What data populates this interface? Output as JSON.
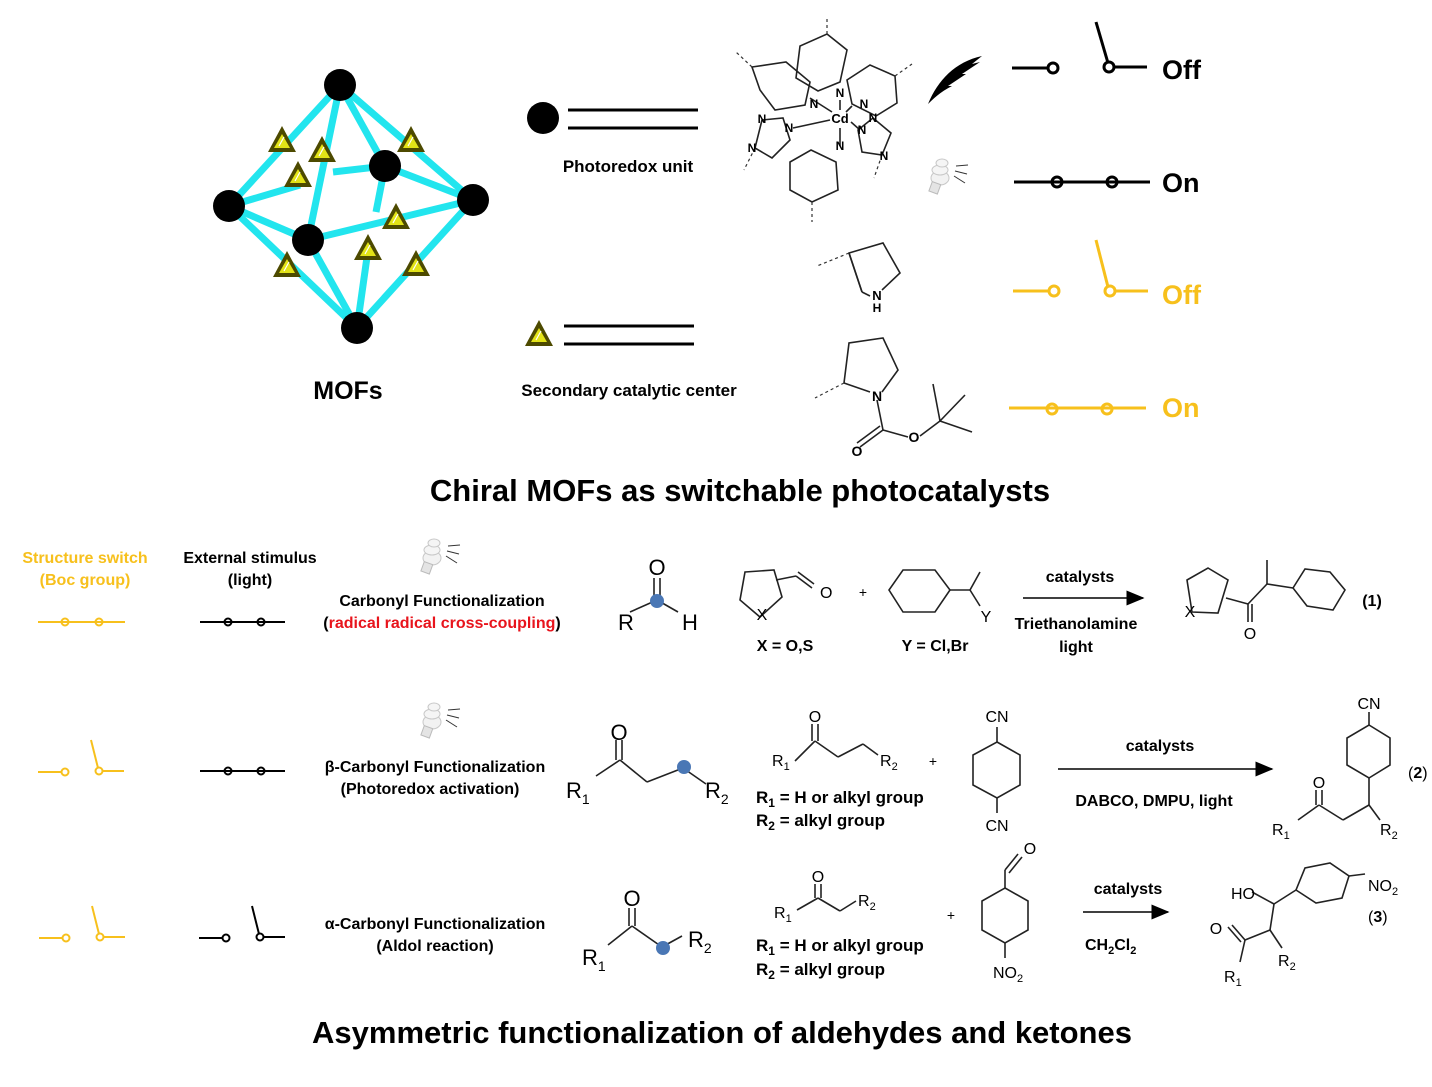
{
  "colors": {
    "mof_link": "#22e5ee",
    "switch_yellow": "#f7c01c",
    "triangle_fill": "#e3e317",
    "triangle_edge": "#4d4a00",
    "highlight_red": "#e8141c",
    "reactive_site_blue": "#4a77b5"
  },
  "top": {
    "mof_label": "MOFs",
    "legend": {
      "photoredox_label": "Photoredox unit",
      "secondary_label": "Secondary catalytic center"
    },
    "cd_complex": {
      "metal": "Cd",
      "atom_N": "N"
    },
    "pyrrolidine": {
      "nh_N": "N",
      "nh_H": "H"
    },
    "boc_pyrrolidine": {
      "N": "N",
      "O1": "O",
      "O2": "O"
    },
    "switches": [
      {
        "stimulus": "dark-bolt",
        "state": "Off",
        "color": "black"
      },
      {
        "stimulus": "light-bulb",
        "state": "On",
        "color": "black"
      },
      {
        "stimulus": "free-amine",
        "state": "Off",
        "color": "yellow"
      },
      {
        "stimulus": "boc-amine",
        "state": "On",
        "color": "yellow"
      }
    ],
    "title": "Chiral MOFs as switchable photocatalysts"
  },
  "bottom": {
    "headers": {
      "structure_switch_1": "Structure switch",
      "structure_switch_2": "(Boc group)",
      "external_stimulus_1": "External stimulus",
      "external_stimulus_2": "(light)"
    },
    "rows": [
      {
        "title": "Carbonyl Functionalization",
        "subtitle_open": "(",
        "subtitle_red": "radical radical cross-coupling",
        "subtitle_close": ")",
        "substrate_atoms": {
          "O": "O",
          "R": "R",
          "H": "H"
        },
        "reactant1_atoms": {
          "X": "X",
          "O": "O"
        },
        "reactant1_label": "X = O,S",
        "plus": "+",
        "reactant2_atoms": {
          "Y": "Y"
        },
        "reactant2_label": "Y = Cl,Br",
        "arrow_top": "catalysts",
        "arrow_bottom_1": "Triethanolamine",
        "arrow_bottom_2": "light",
        "product_atoms": {
          "X": "X",
          "O": "O"
        },
        "number": "(1)",
        "structure_switch": "on",
        "external_stimulus": "on"
      },
      {
        "title": "β-Carbonyl Functionalization",
        "subtitle": "(Photoredox  activation)",
        "substrate_atoms": {
          "O": "O",
          "R1": "R",
          "R1_sub": "1",
          "R2": "R",
          "R2_sub": "2"
        },
        "reactant1_atoms": {
          "O": "O",
          "R1": "R",
          "R1_sub": "1",
          "R2": "R",
          "R2_sub": "2"
        },
        "reactant1_label_1": "= H or alkyl group",
        "reactant1_label_2": "= alkyl group",
        "plus": "+",
        "reactant2_atoms": {
          "CN_top": "CN",
          "CN_bottom": "CN"
        },
        "arrow_top": "catalysts",
        "arrow_bottom": "DABCO, DMPU, light",
        "product_atoms": {
          "CN": "CN",
          "O": "O"
        },
        "number_open": "(",
        "number": "2",
        "number_close": ")",
        "structure_switch": "off",
        "external_stimulus": "on"
      },
      {
        "title": "α-Carbonyl Functionalization",
        "subtitle": "(Aldol reaction)",
        "substrate_atoms": {
          "O": "O"
        },
        "reactant1_label_1": "= H or alkyl group",
        "reactant1_label_2": "= alkyl group",
        "plus": "+",
        "reactant2_atoms": {
          "O": "O",
          "NO2": "NO"
        },
        "arrow_top": "catalysts",
        "arrow_bottom_a": "CH",
        "arrow_bottom_b": "Cl",
        "product_atoms": {
          "HO": "HO",
          "O": "O",
          "NO2": "NO"
        },
        "number_open": "(",
        "number": "3",
        "number_close": ")",
        "structure_switch": "off",
        "external_stimulus": "off"
      }
    ],
    "title": "Asymmetric functionalization of aldehydes and ketones"
  }
}
